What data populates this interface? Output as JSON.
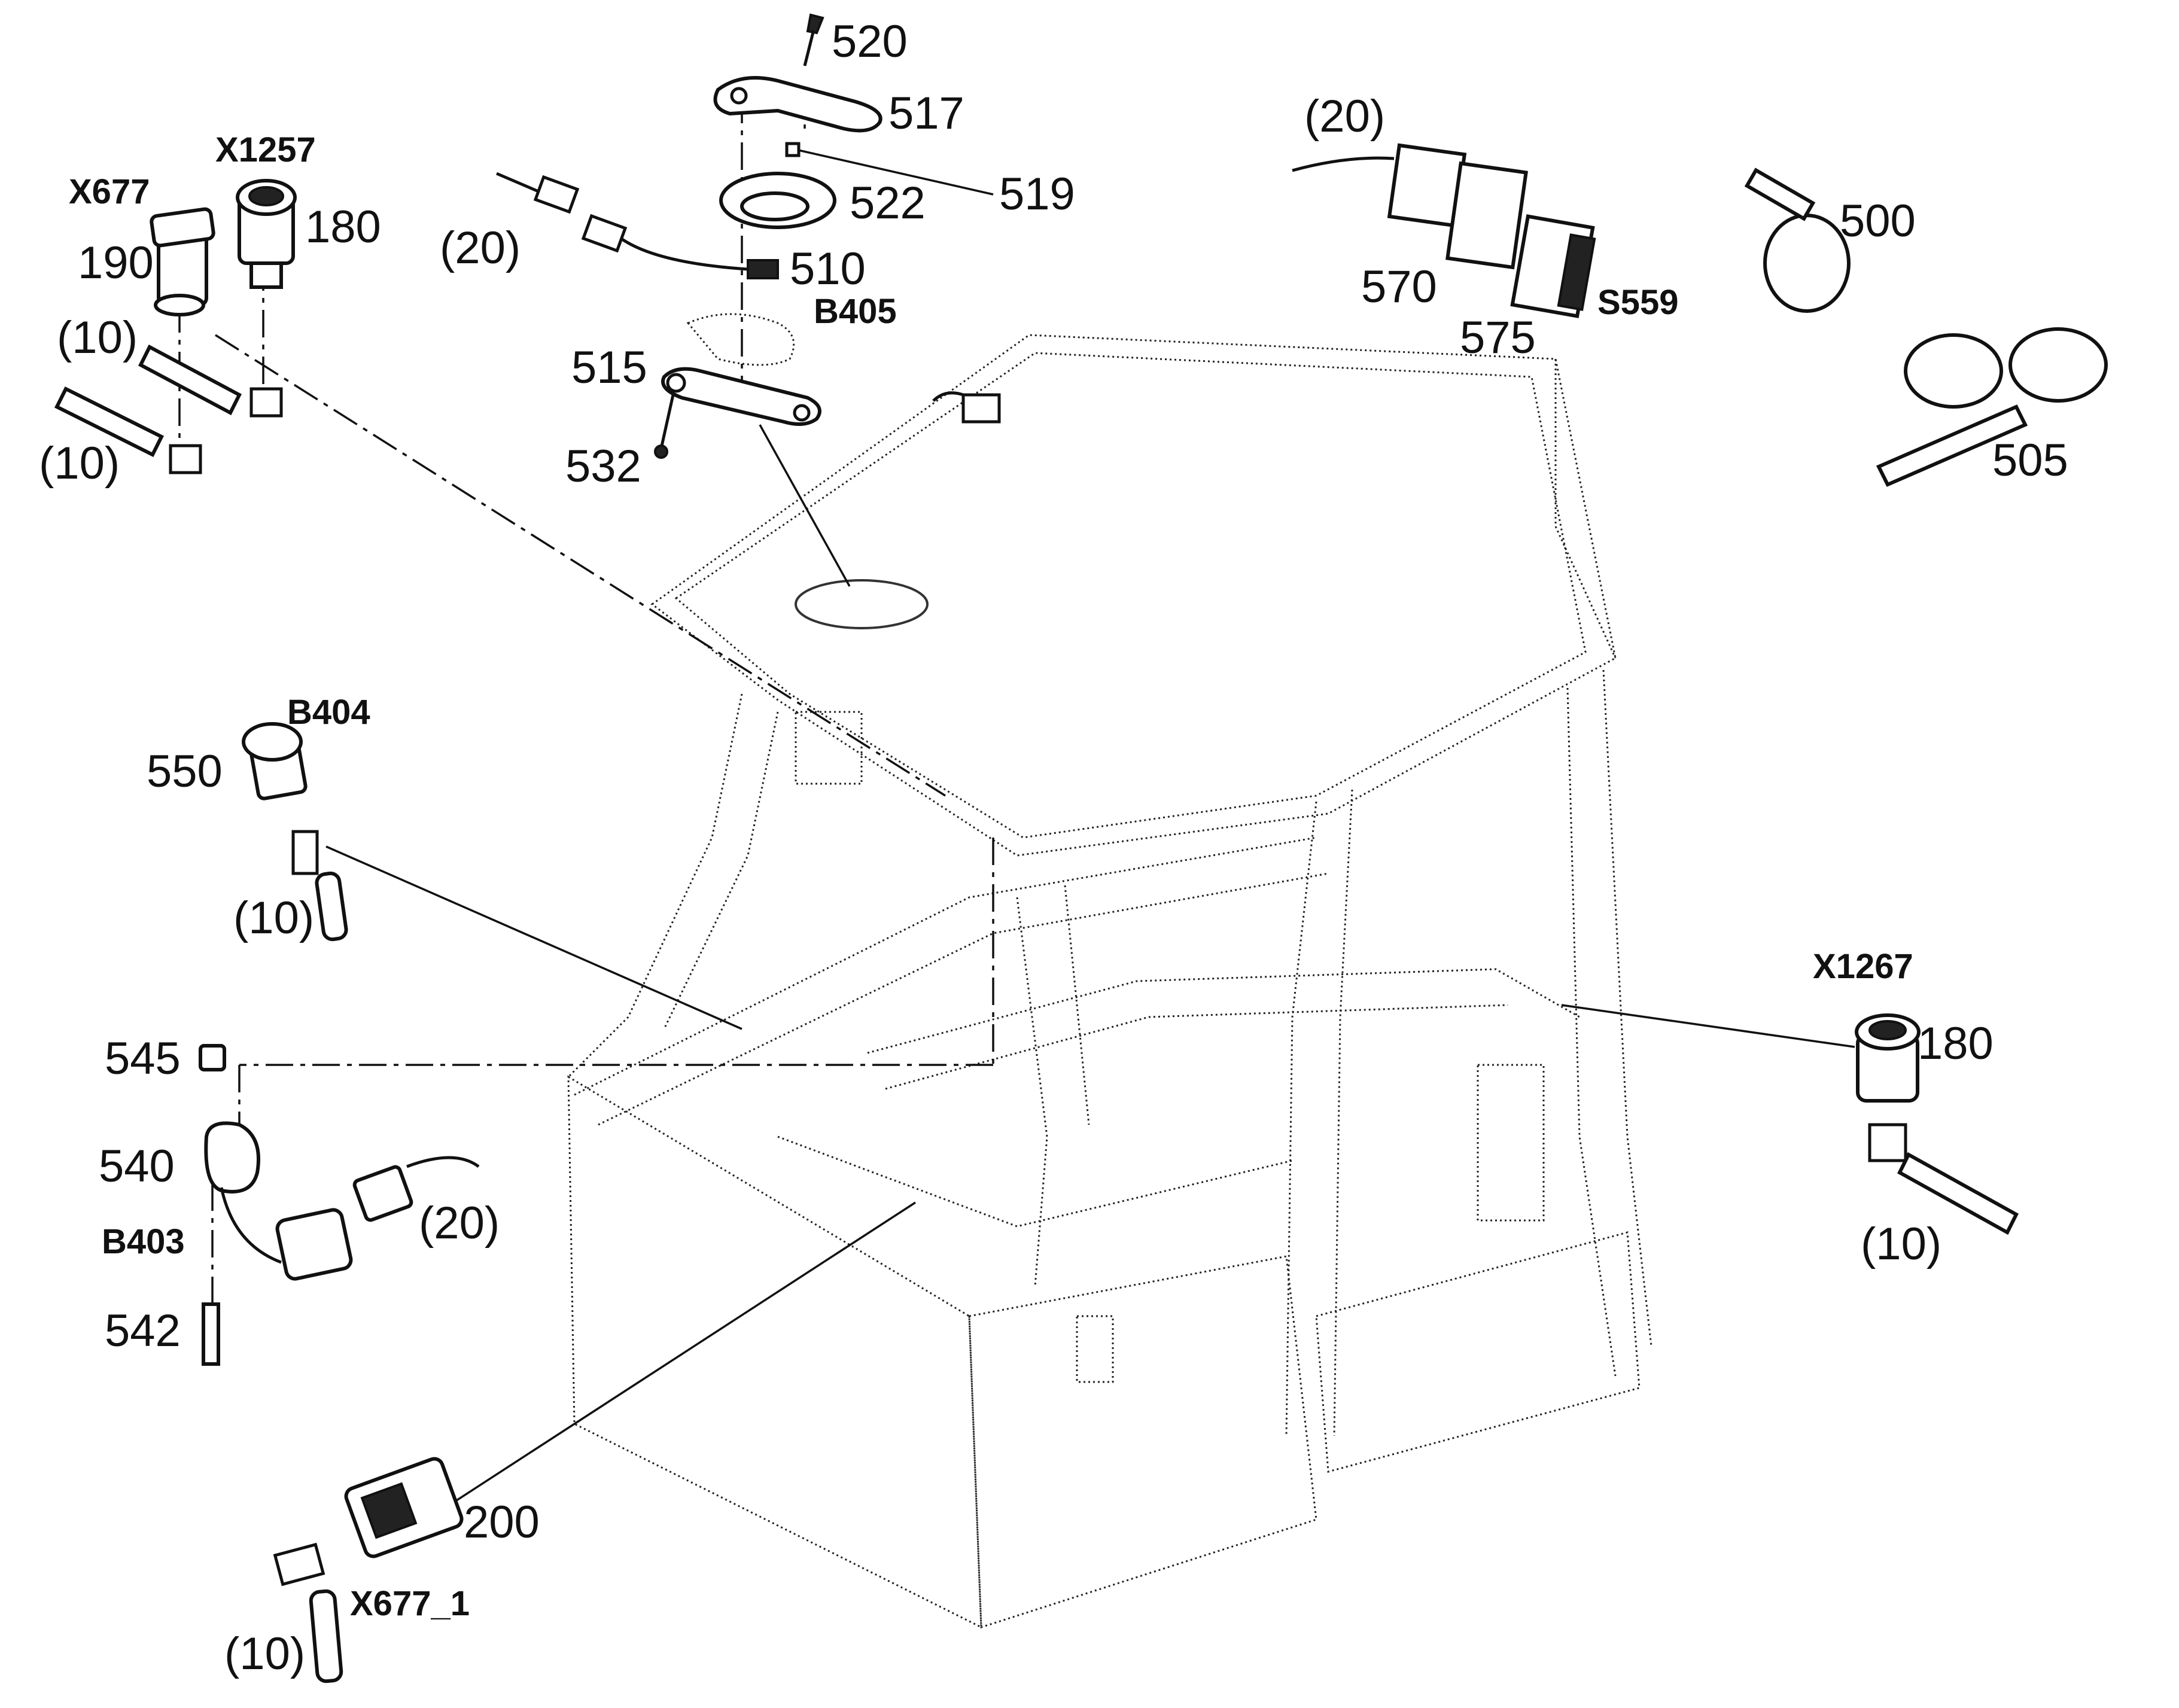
{
  "diagram": {
    "labels": {
      "l520": "520",
      "l517": "517",
      "l519": "519",
      "l522": "522",
      "l510": "510",
      "b405": "B405",
      "l20_top": "(20)",
      "l515": "515",
      "l532": "532",
      "x677": "X677",
      "x1257": "X1257",
      "l190": "190",
      "l180_top": "180",
      "l10_a": "(10)",
      "l10_b": "(10)",
      "l20_right": "(20)",
      "l570": "570",
      "l575": "575",
      "s559": "S559",
      "l500": "500",
      "l505": "505",
      "b404": "B404",
      "l550": "550",
      "l10_c": "(10)",
      "l545": "545",
      "l540": "540",
      "b403": "B403",
      "l20_low": "(20)",
      "l542": "542",
      "x1267": "X1267",
      "l180_right": "180",
      "l10_d": "(10)",
      "l200": "200",
      "x677_1": "X677_1",
      "l10_e": "(10)"
    }
  }
}
